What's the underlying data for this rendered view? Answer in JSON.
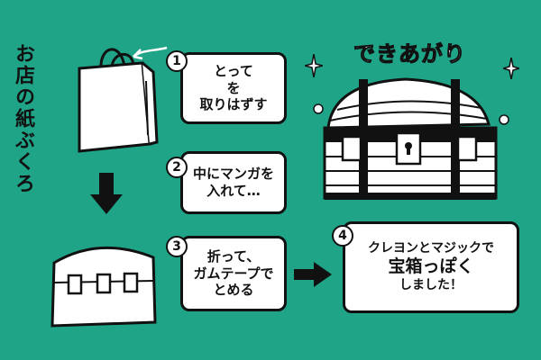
{
  "title_vertical": "お店の紙ぶくろ",
  "done_title": "できあがり",
  "steps": [
    {
      "num": "1",
      "lines": [
        "とって",
        "を",
        "取りはずす"
      ]
    },
    {
      "num": "2",
      "lines": [
        "中にマンガを",
        "入れて…"
      ]
    },
    {
      "num": "3",
      "lines": [
        "折って、",
        "ガムテープで",
        "とめる"
      ]
    },
    {
      "num": "4",
      "lines": [
        "クレヨンとマジックで",
        "宝箱っぽく",
        "しました！"
      ]
    }
  ],
  "colors": {
    "background": "#1fa487",
    "ink": "#111111",
    "paper": "#ffffff"
  },
  "icons": [
    "paper-bag-icon",
    "arrow-down-icon",
    "arrow-right-icon",
    "folded-bag-icon",
    "treasure-chest-icon",
    "sparkle-icon"
  ]
}
